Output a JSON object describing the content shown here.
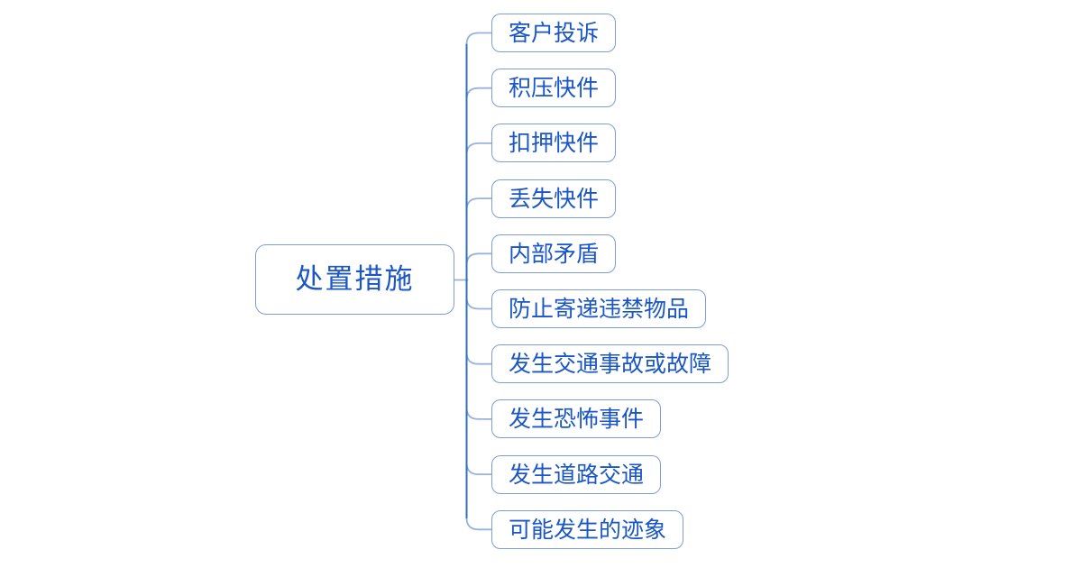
{
  "diagram": {
    "type": "mindmap",
    "direction": "right",
    "root": {
      "label": "处置措施"
    },
    "branches": [
      {
        "label": "客户投诉"
      },
      {
        "label": "积压快件"
      },
      {
        "label": "扣押快件"
      },
      {
        "label": "丢失快件"
      },
      {
        "label": "内部矛盾"
      },
      {
        "label": "防止寄递违禁物品"
      },
      {
        "label": "发生交通事故或故障"
      },
      {
        "label": "发生恐怖事件"
      },
      {
        "label": "发生道路交通"
      },
      {
        "label": "可能发生的迹象"
      }
    ],
    "colors": {
      "background": "#FFFFFF",
      "node_border": "#7C9DD6",
      "text": "#1A56C5",
      "trunk_line": "#3370BC",
      "branch_line": "#98B1DF"
    }
  }
}
